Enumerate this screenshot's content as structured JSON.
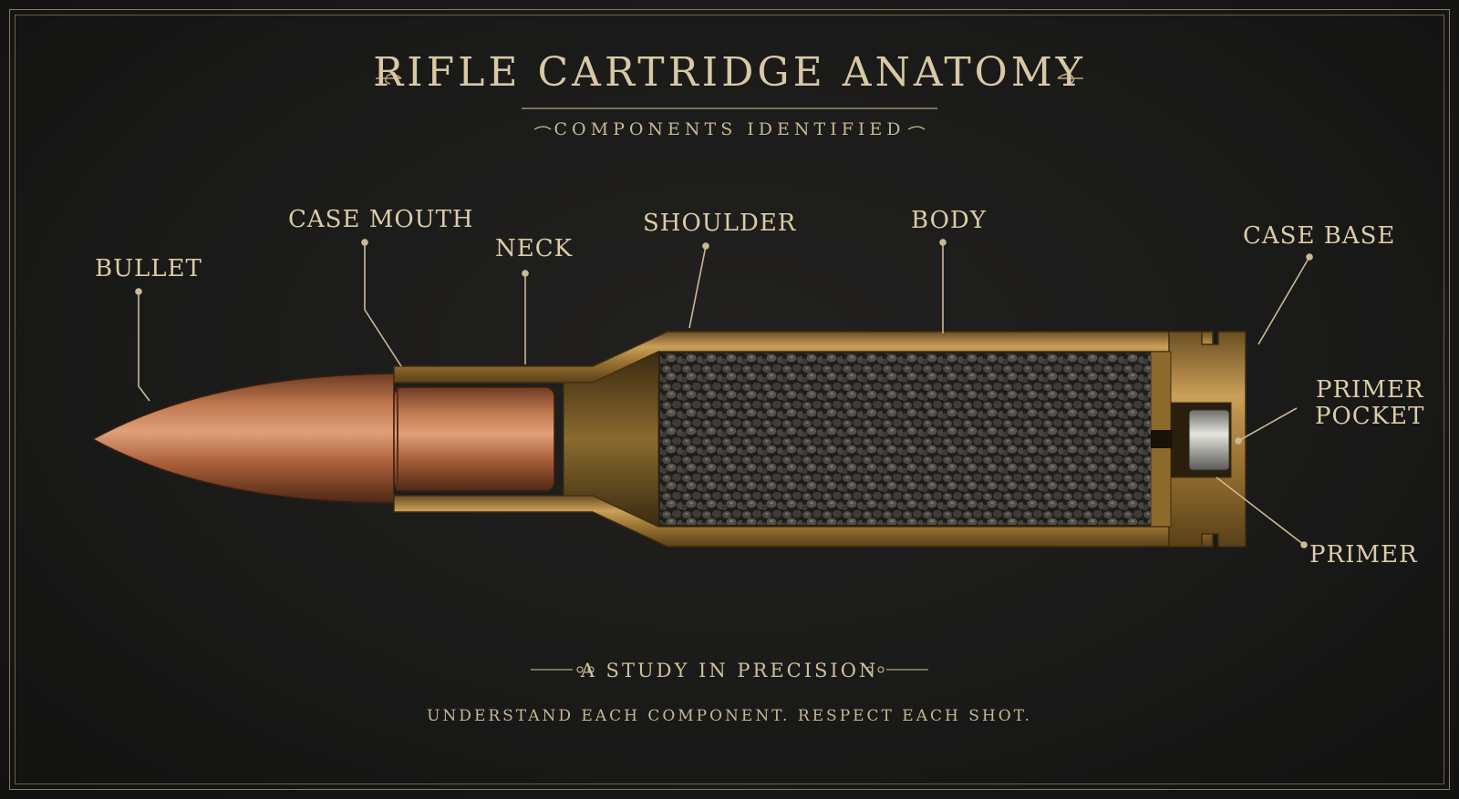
{
  "header": {
    "title": "RIFLE CARTRIDGE ANATOMY",
    "subtitle": "COMPONENTS IDENTIFIED"
  },
  "labels": {
    "bullet": "BULLET",
    "case_mouth": "CASE MOUTH",
    "neck": "NECK",
    "shoulder": "SHOULDER",
    "body": "BODY",
    "case_base": "CASE BASE",
    "primer_pocket_line1": "PRIMER",
    "primer_pocket_line2": "POCKET",
    "primer": "PRIMER"
  },
  "footer": {
    "motto": "A STUDY IN PRECISION",
    "tagline": "UNDERSTAND EACH COMPONENT.  RESPECT EACH SHOT."
  },
  "colors": {
    "background": "#1a1a19",
    "text": "#dccca6",
    "brass": "#b88a3e",
    "copper": "#b06a44",
    "powder": "#3a3835",
    "primer": "#b8b8b4"
  }
}
